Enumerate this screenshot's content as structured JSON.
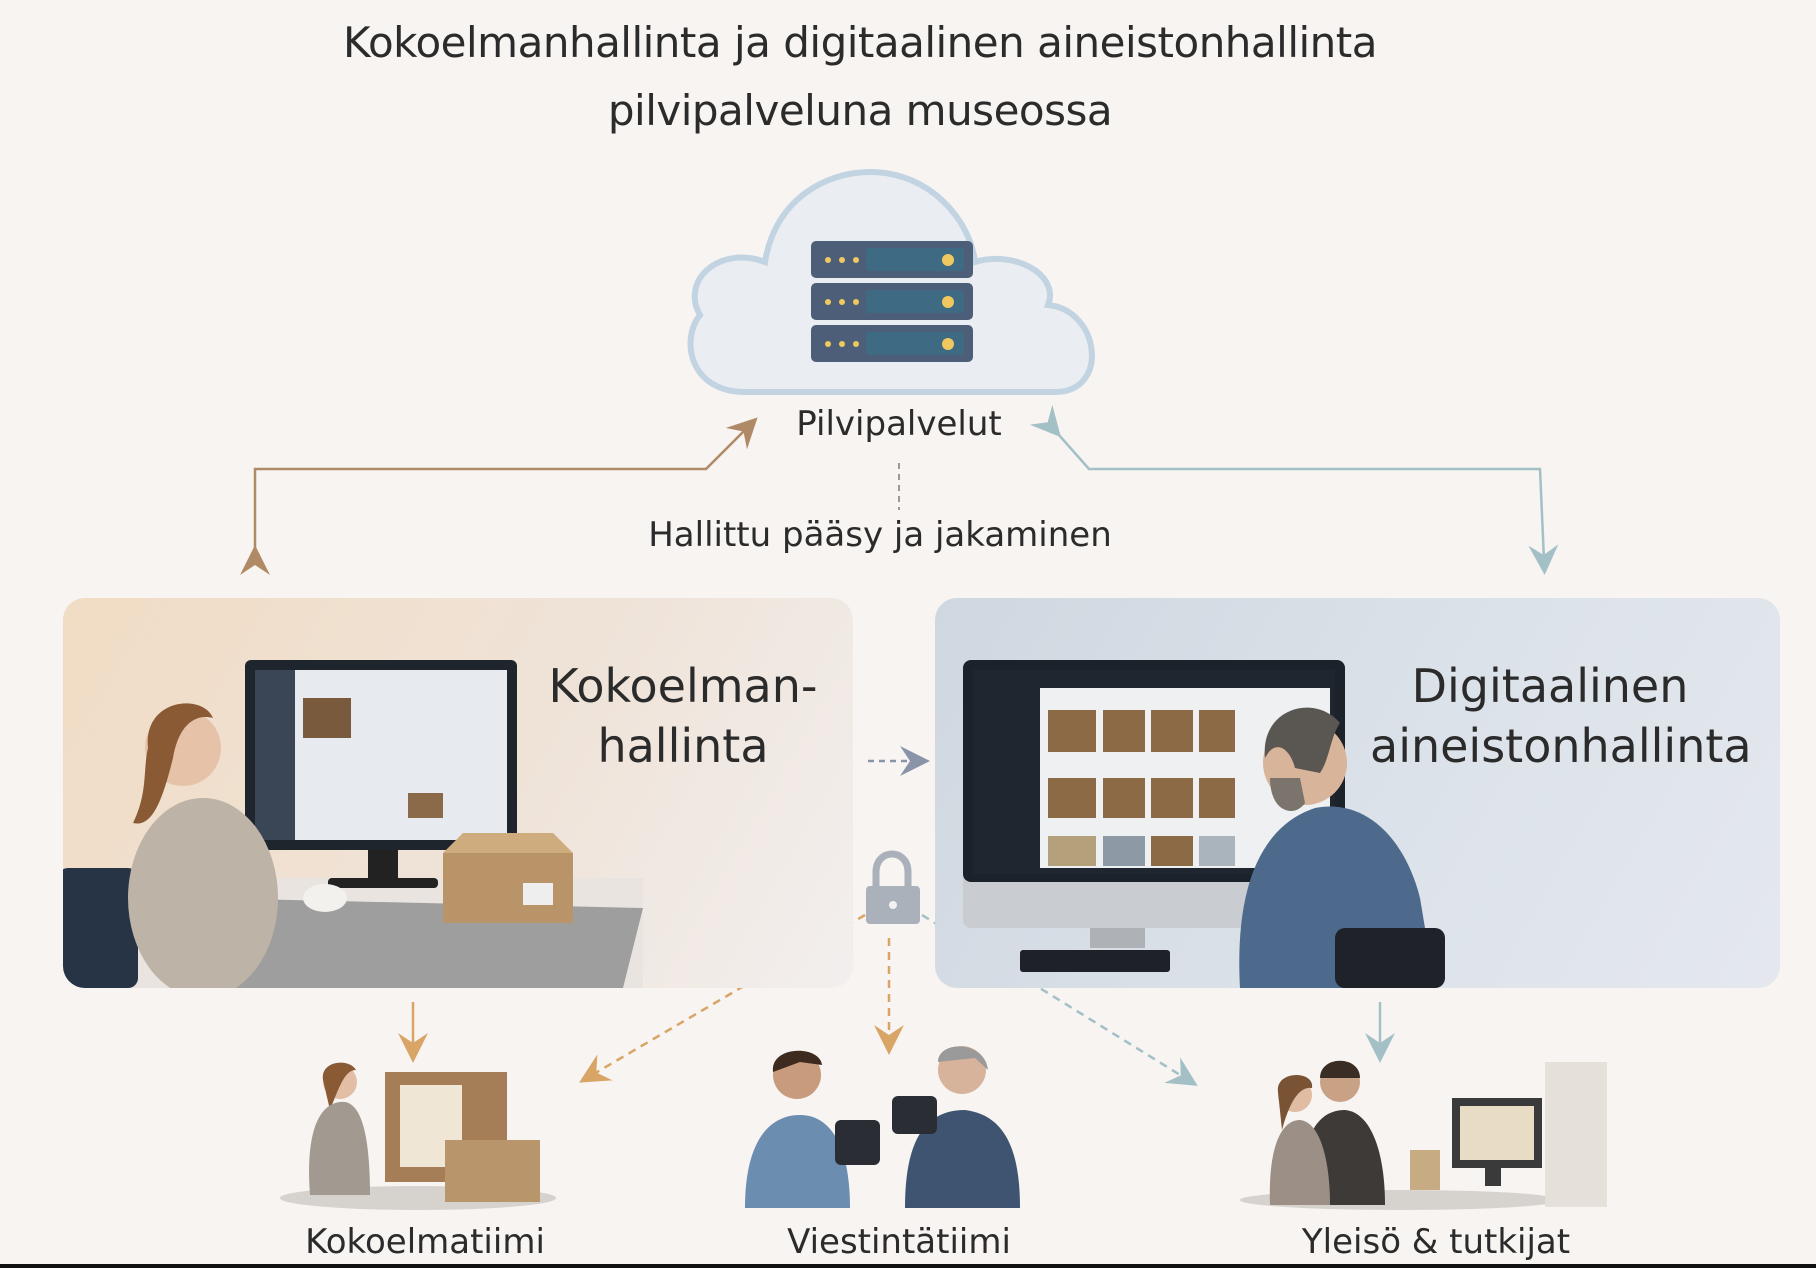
{
  "title": {
    "line1": "Kokoelmanhallinta ja digitaalinen aineistonhallinta",
    "line2": "pilvipalveluna museossa"
  },
  "cloud": {
    "label": "Pilvipalvelut",
    "icon": "server-stack-icon"
  },
  "access": {
    "label": "Hallittu pääsy ja jakaminen",
    "icon": "lock-icon"
  },
  "panels": {
    "left": {
      "line1": "Kokoelman-",
      "line2": "hallinta"
    },
    "right": {
      "line1": "Digitaalinen",
      "line2": "aineistonhallinta"
    }
  },
  "teams": [
    {
      "label": "Kokoelmatiimi"
    },
    {
      "label": "Viestintätiimi"
    },
    {
      "label": "Yleisö & tutkijat"
    }
  ],
  "colors": {
    "warm_arrow": "#b08a66",
    "cool_arrow": "#a3c0c6",
    "server": "#4d5f78",
    "led": "#f0c860"
  }
}
